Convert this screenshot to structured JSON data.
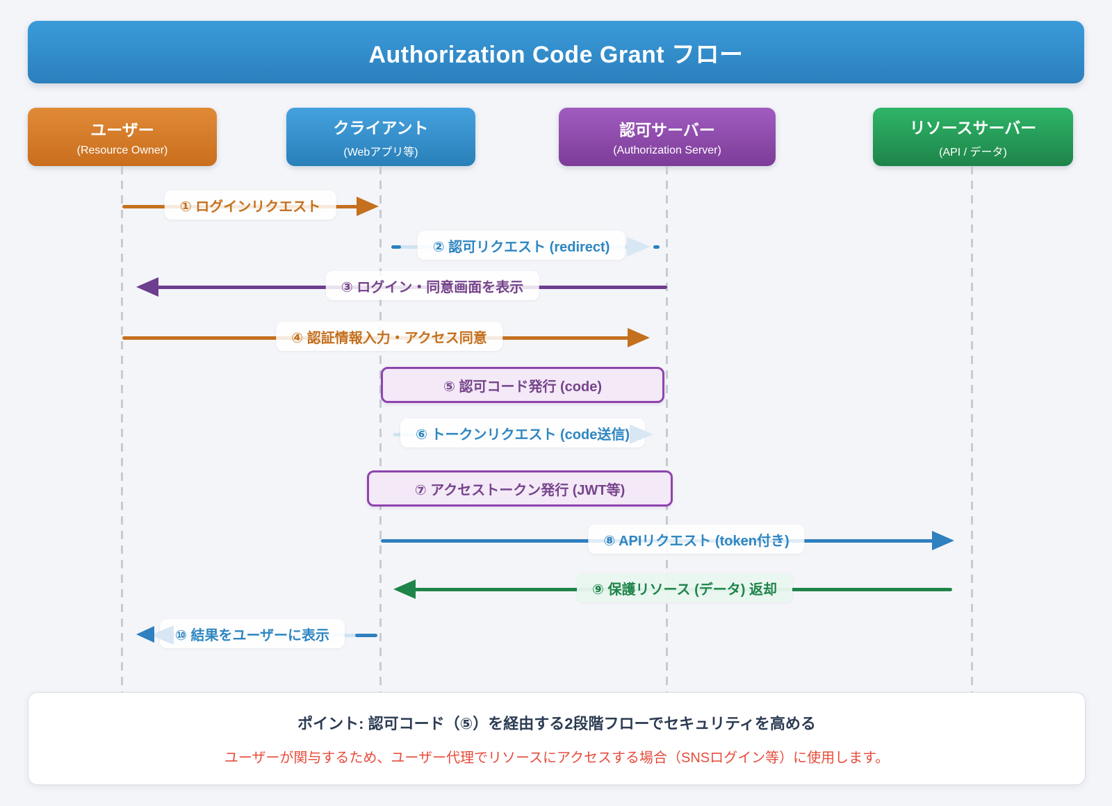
{
  "title": "Authorization Code Grant フロー",
  "actors": [
    {
      "name": "ユーザー",
      "subtitle": "(Resource Owner)",
      "color": "#ca6f1e"
    },
    {
      "name": "クライアント",
      "subtitle": "(Webアプリ等)",
      "color": "#2e86c1"
    },
    {
      "name": "認可サーバー",
      "subtitle": "(Authorization Server)",
      "color": "#8e44ad"
    },
    {
      "name": "リソースサーバー",
      "subtitle": "(API / データ)",
      "color": "#27ae60"
    }
  ],
  "messages": [
    {
      "label": "① ログインリクエスト",
      "from": "ユーザー",
      "to": "クライアント",
      "style": "solid",
      "color": "#c4701e"
    },
    {
      "label": "② 認可リクエスト (redirect)",
      "from": "クライアント",
      "to": "認可サーバー",
      "style": "dashed",
      "color": "#2e86c1"
    },
    {
      "label": "③ ログイン・同意画面を表示",
      "from": "認可サーバー",
      "to": "ユーザー",
      "style": "solid",
      "color": "#76448a"
    },
    {
      "label": "④ 認証情報入力・アクセス同意",
      "from": "ユーザー",
      "to": "認可サーバー",
      "style": "solid",
      "color": "#c4701e"
    },
    {
      "label": "⑤ 認可コード発行 (code)",
      "from": "認可サーバー",
      "to": "クライアント",
      "style": "self-box",
      "color": "#8e44ad"
    },
    {
      "label": "⑥ トークンリクエスト (code送信)",
      "from": "クライアント",
      "to": "認可サーバー",
      "style": "dashed",
      "color": "#2e86c1"
    },
    {
      "label": "⑦ アクセストークン発行 (JWT等)",
      "from": "認可サーバー",
      "to": "クライアント",
      "style": "self-box",
      "color": "#8e44ad"
    },
    {
      "label": "⑧ APIリクエスト (token付き)",
      "from": "クライアント",
      "to": "リソースサーバー",
      "style": "solid",
      "color": "#2e80bf"
    },
    {
      "label": "⑨ 保護リソース (データ) 返却",
      "from": "リソースサーバー",
      "to": "クライアント",
      "style": "solid",
      "color": "#1e8449"
    },
    {
      "label": "⑩ 結果をユーザーに表示",
      "from": "クライアント",
      "to": "ユーザー",
      "style": "dashed",
      "color": "#2e86c1"
    }
  ],
  "note": {
    "line1": "ポイント: 認可コード（⑤）を経由する2段階フローでセキュリティを高める",
    "line2": "ユーザーが関与するため、ユーザー代理でリソースにアクセスする場合（SNSログイン等）に使用します。",
    "line2_color": "#e74c3c"
  },
  "colors": {
    "background": "#f4f5f9",
    "header_gradient_top": "#3b9bd9",
    "header_gradient_bottom": "#2b7fbd",
    "lifeline": "#c7cbd1",
    "orange": "#c4701e",
    "blue": "#2e86c1",
    "pale_blue": "#cfe3f2",
    "purple": "#76448a",
    "green": "#1e8449",
    "note_title": "#2b3b52",
    "note_red": "#e74c3c"
  }
}
